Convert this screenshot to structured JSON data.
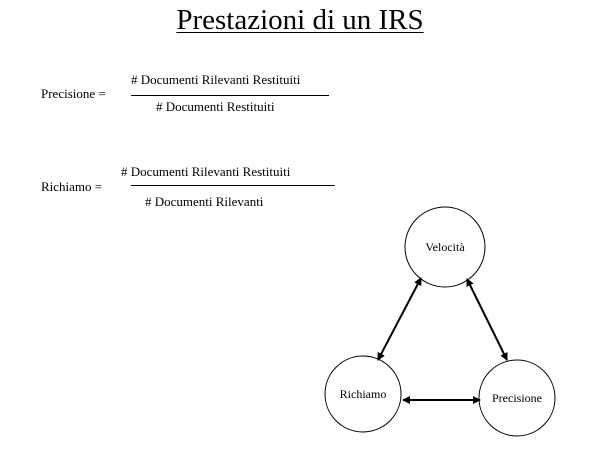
{
  "title": "Prestazioni di un IRS",
  "precision": {
    "label": "Precisione =",
    "numerator": "# Documenti Rilevanti Restituiti",
    "denominator": "# Documenti Restituiti"
  },
  "recall": {
    "label": "Richiamo =",
    "numerator": "# Documenti Rilevanti Restituiti",
    "denominator": "# Documenti Rilevanti"
  },
  "diagram": {
    "nodes": [
      "Velocità",
      "Richiamo",
      "Precisione"
    ]
  }
}
